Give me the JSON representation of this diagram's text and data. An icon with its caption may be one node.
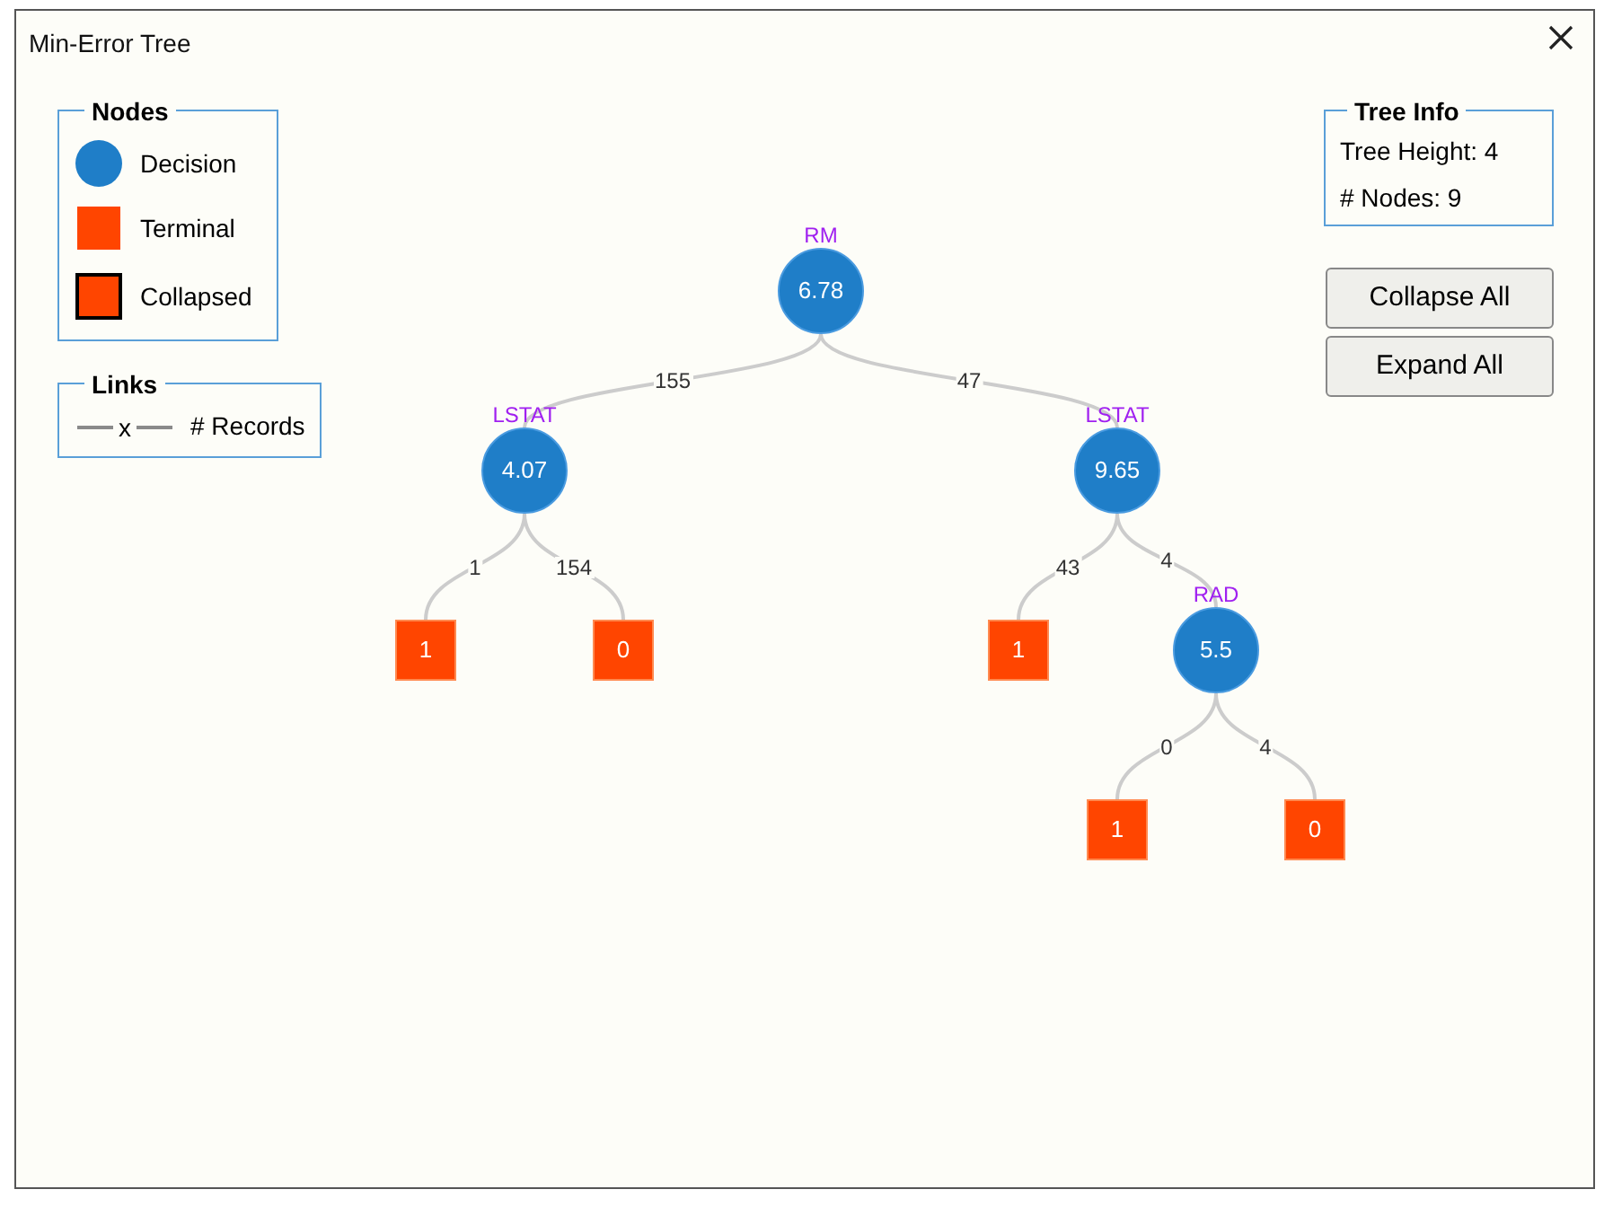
{
  "diagram": {
    "title": "Min-Error Tree",
    "nodes": [
      {
        "text": [
          "6.78"
        ],
        "beside": [
          "RM"
        ]
      },
      {
        "text": [
          "4.07"
        ],
        "beside": [
          "LSTAT"
        ]
      },
      {
        "text": [
          "9.65"
        ],
        "beside": [
          "LSTAT"
        ]
      },
      {
        "text": [
          "1"
        ]
      },
      {
        "text": [
          "0"
        ]
      },
      {
        "text": [
          "1"
        ]
      },
      {
        "text": [
          "5.5"
        ],
        "beside": [
          "RAD"
        ]
      },
      {
        "text": [
          "1"
        ]
      },
      {
        "text": [
          "0"
        ]
      }
    ],
    "edges": [
      {
        "from": 0,
        "to": 1,
        "arrow": "none",
        "label": "155"
      },
      {
        "from": 0,
        "to": 2,
        "arrow": "none",
        "label": "47"
      },
      {
        "from": 1,
        "to": 3,
        "arrow": "none",
        "label": "1"
      },
      {
        "from": 1,
        "to": 4,
        "arrow": "none",
        "label": "154"
      },
      {
        "from": 2,
        "to": 5,
        "arrow": "none",
        "label": "43"
      },
      {
        "from": 2,
        "to": 6,
        "arrow": "none",
        "label": "4"
      },
      {
        "from": 6,
        "to": 7,
        "arrow": "none",
        "label": "0"
      },
      {
        "from": 6,
        "to": 8,
        "arrow": "none",
        "label": "4"
      }
    ],
    "labels": [
      "Nodes",
      "Links",
      "x",
      "Tree Info",
      "Tree Height: 4",
      "# Nodes: 9",
      "Collapse All",
      "Expand All"
    ],
    "legend": [
      {
        "text": "Decision"
      },
      {
        "text": "Terminal"
      },
      {
        "text": "Collapsed"
      },
      {
        "text": "# Records"
      }
    ]
  }
}
